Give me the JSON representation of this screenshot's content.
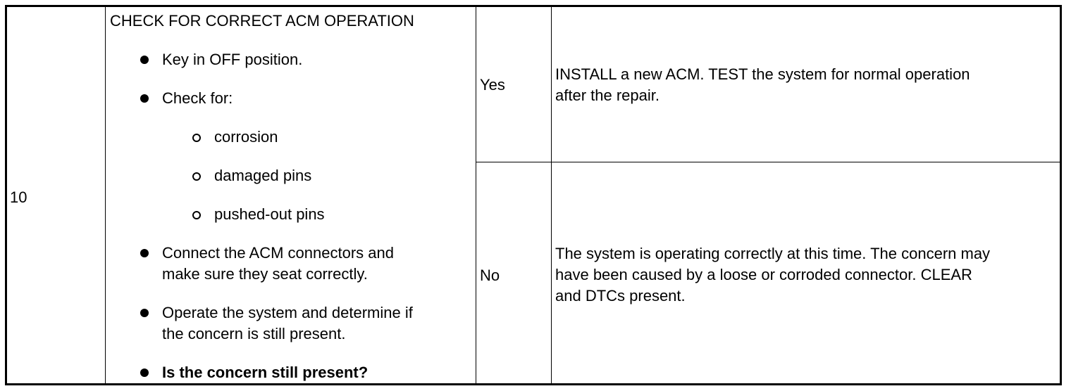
{
  "step": {
    "number": "10",
    "title": "CHECK FOR CORRECT ACM OPERATION",
    "items": [
      {
        "text": "Key in OFF position.",
        "level": 1
      },
      {
        "text": "Check for:",
        "level": 1
      },
      {
        "text": "corrosion",
        "level": 2
      },
      {
        "text": "damaged pins",
        "level": 2
      },
      {
        "text": "pushed-out pins",
        "level": 2
      },
      {
        "line1": "Connect the ACM connectors and",
        "line2": "make sure they seat correctly.",
        "level": 1
      },
      {
        "line1": "Operate the system and determine if",
        "line2": "the concern is still present.",
        "level": 1
      },
      {
        "text": "Is the concern still present?",
        "level": 1,
        "bold": true
      }
    ]
  },
  "results": {
    "yes": {
      "label": "Yes",
      "line1": "INSTALL a new ACM. TEST the system for normal operation",
      "line2": "after the repair."
    },
    "no": {
      "label": "No",
      "line1": "The system is operating correctly at this time. The concern may",
      "line2": "have been caused by a loose or corroded connector. CLEAR",
      "line3": "and DTCs present."
    }
  }
}
